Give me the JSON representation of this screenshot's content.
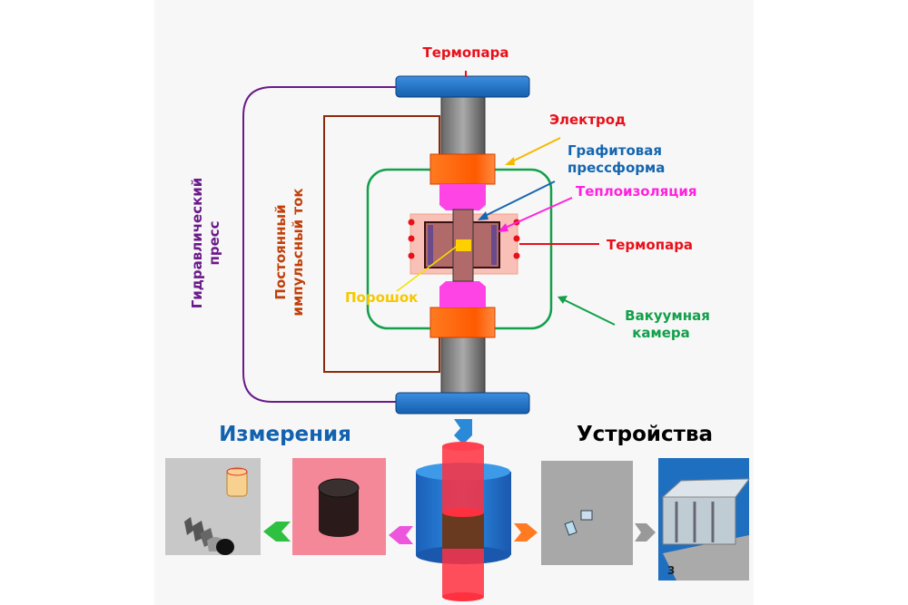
{
  "labels": {
    "thermocouple_top": "Термопара",
    "electrode": "Электрод",
    "graphite_die_1": "Графитовая",
    "graphite_die_2": "прессформа",
    "insulation": "Теплоизоляция",
    "thermocouple_right": "Термопара",
    "powder": "Порошок",
    "vacuum_1": "Вакуумная",
    "vacuum_2": "камера",
    "hydraulic_1": "Гидравлический",
    "hydraulic_2": "пресс",
    "current_1": "Постоянный",
    "current_2": "импульсный ток",
    "measurements": "Измерения",
    "devices": "Устройства",
    "ruler_mark": "3"
  },
  "colors": {
    "press_plate": "#1f6fc0",
    "electrode": "#ff6a10",
    "insulation": "#ff33dd",
    "thermocouple": "#e8101a",
    "graphite": "#1566b0",
    "powder": "#ffd000",
    "vacuum": "#12a04a",
    "hydraulic": "#6a1a8a",
    "current": "#c0400a"
  }
}
